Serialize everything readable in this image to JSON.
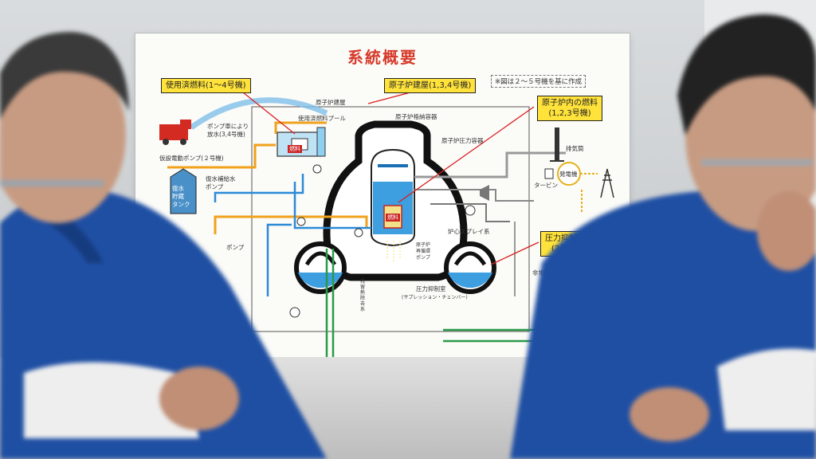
{
  "poster": {
    "title": "系統概要",
    "note": "※図は２〜５号機を基に作成",
    "labels": {
      "spent_fuel": "使用済燃料(1〜4号機)",
      "reactor_building": "原子炉建屋(1,3,4号機)",
      "core_fuel_line1": "原子炉内の燃料",
      "core_fuel_line2": "(1,2,3号機)",
      "suppression_line1": "圧力抑制室",
      "suppression_line2": "(2号機)"
    },
    "text": {
      "building": "原子炉建屋",
      "pool": "使用済燃料プール",
      "containment": "原子炉格納容器",
      "pressure_vessel": "原子炉圧力容器",
      "pump_truck_1": "ポンプ車により",
      "pump_truck_2": "放水(3,4号機)",
      "temp_pump": "仮設電動ポンプ(２号機)",
      "makeup_pump_1": "復水補給水",
      "makeup_pump_2": "ポンプ",
      "tank_1": "復水",
      "tank_2": "貯蔵",
      "tank_3": "タンク",
      "pump_partial": "ポンプ",
      "fuel": "燃料",
      "core_spray": "炉心スプレイ系",
      "recirc_1": "原子炉",
      "recirc_2": "再循環",
      "recirc_3": "ポンプ",
      "rhr_1": "残",
      "rhr_2": "留",
      "rhr_3": "熱",
      "rhr_4": "除",
      "rhr_5": "去",
      "rhr_6": "系",
      "suppression": "圧力抑制室",
      "suppression_sub": "(サプレッション・チェンバー)",
      "stack": "排気筒",
      "generator": "発電機",
      "turbine": "タービン",
      "emergency": "非常用機器へ"
    }
  }
}
